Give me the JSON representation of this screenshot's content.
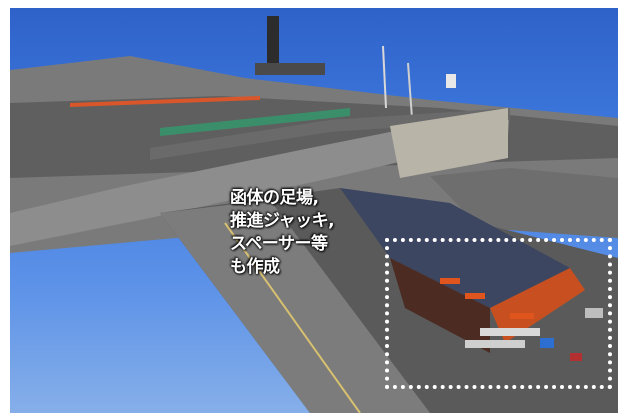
{
  "caption": {
    "line1": "函体の足場,",
    "line2": "推進ジャッキ,",
    "line3": "スペーサー等",
    "line4": "も作成"
  },
  "colors": {
    "sky": "#3f7be0",
    "highlight_box": "#ffffff",
    "construction_orange": "#e0551e",
    "concrete": "#8a8a8a"
  }
}
